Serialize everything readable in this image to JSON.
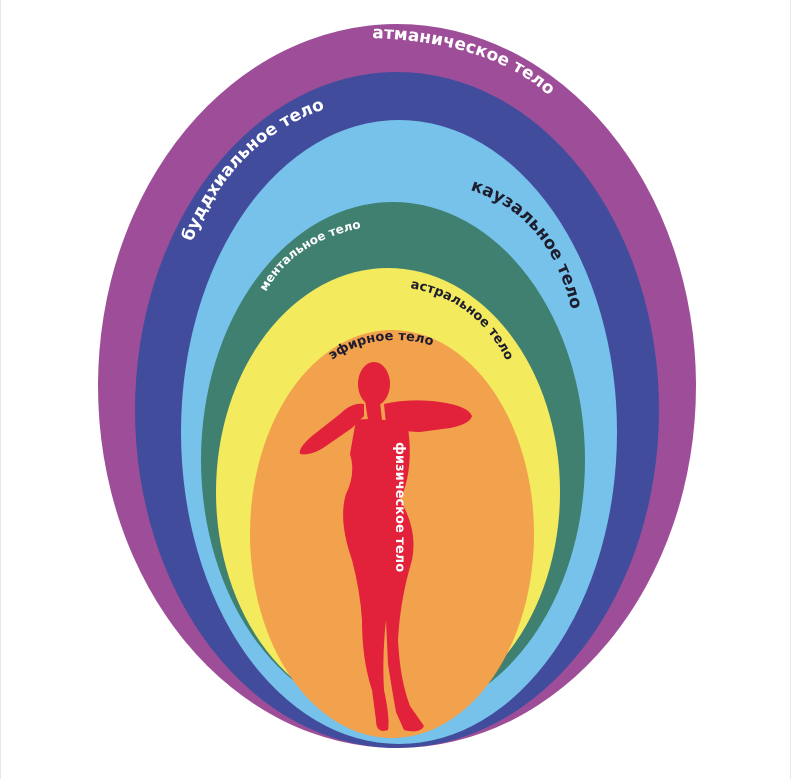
{
  "layers": [
    {
      "id": "atmanic",
      "label": "атманическое тело",
      "color": "#9e4e98",
      "text_color": "#ffffff"
    },
    {
      "id": "buddhic",
      "label": "буддхиальное тело",
      "color": "#414d9c",
      "text_color": "#ffffff"
    },
    {
      "id": "causal",
      "label": "каузальное тело",
      "color": "#76c2ea",
      "text_color": "#1d1d2e"
    },
    {
      "id": "mental",
      "label": "ментальное тело",
      "color": "#3f8070",
      "text_color": "#ffffff"
    },
    {
      "id": "astral",
      "label": "астральное тело",
      "color": "#f4ea5e",
      "text_color": "#1d1d2e"
    },
    {
      "id": "etheric",
      "label": "эфирное тело",
      "color": "#f2a14d",
      "text_color": "#1d1d2e"
    }
  ],
  "figure": {
    "label": "физическое тело",
    "color": "#e2213a",
    "text_color": "#ffffff"
  }
}
